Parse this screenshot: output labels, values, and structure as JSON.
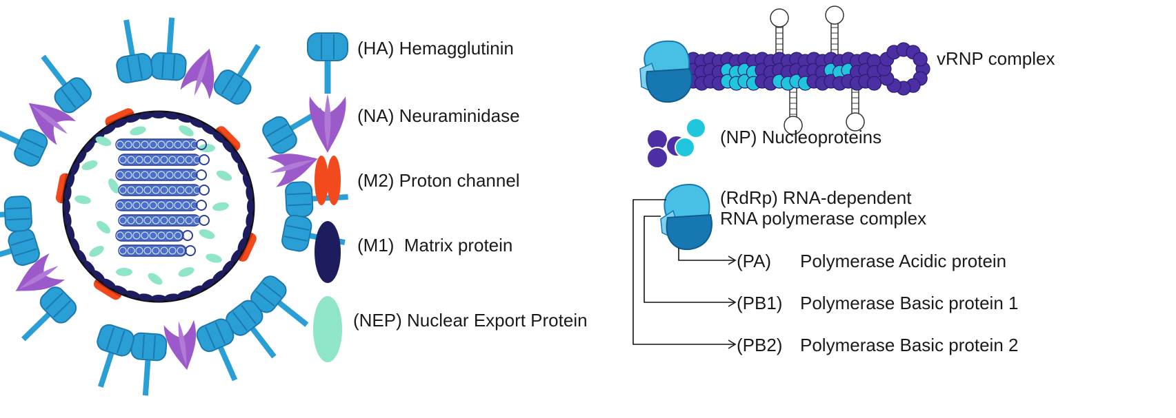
{
  "legend": {
    "ha": "(HA) Hemagglutinin",
    "na": "(NA) Neuraminidase",
    "m2": "(M2) Proton channel",
    "m1": "(M1)  Matrix protein",
    "nep": "(NEP) Nuclear Export Protein"
  },
  "right": {
    "vrnp": "vRNP complex",
    "np": "(NP) Nucleoproteins",
    "rdrp": "(RdRp) RNA-dependent RNA polymerase complex",
    "pa_code": "(PA)",
    "pa_name": "Polymerase Acidic protein",
    "pb1_code": "(PB1)",
    "pb1_name": "Polymerase Basic protein 1",
    "pb2_code": "(PB2)",
    "pb2_name": "Polymerase Basic protein 2"
  },
  "colors": {
    "ha": "#2a9fd6",
    "ha_dark": "#1b79ad",
    "na": "#9b59c9",
    "m2": "#f24a1d",
    "m1": "#1c1c5e",
    "nep": "#8fe5c8",
    "np_dark": "#4b2fa3",
    "np_light": "#1fc6dd",
    "rdrp_light": "#48c0e6",
    "rdrp_dark": "#1677b2"
  }
}
